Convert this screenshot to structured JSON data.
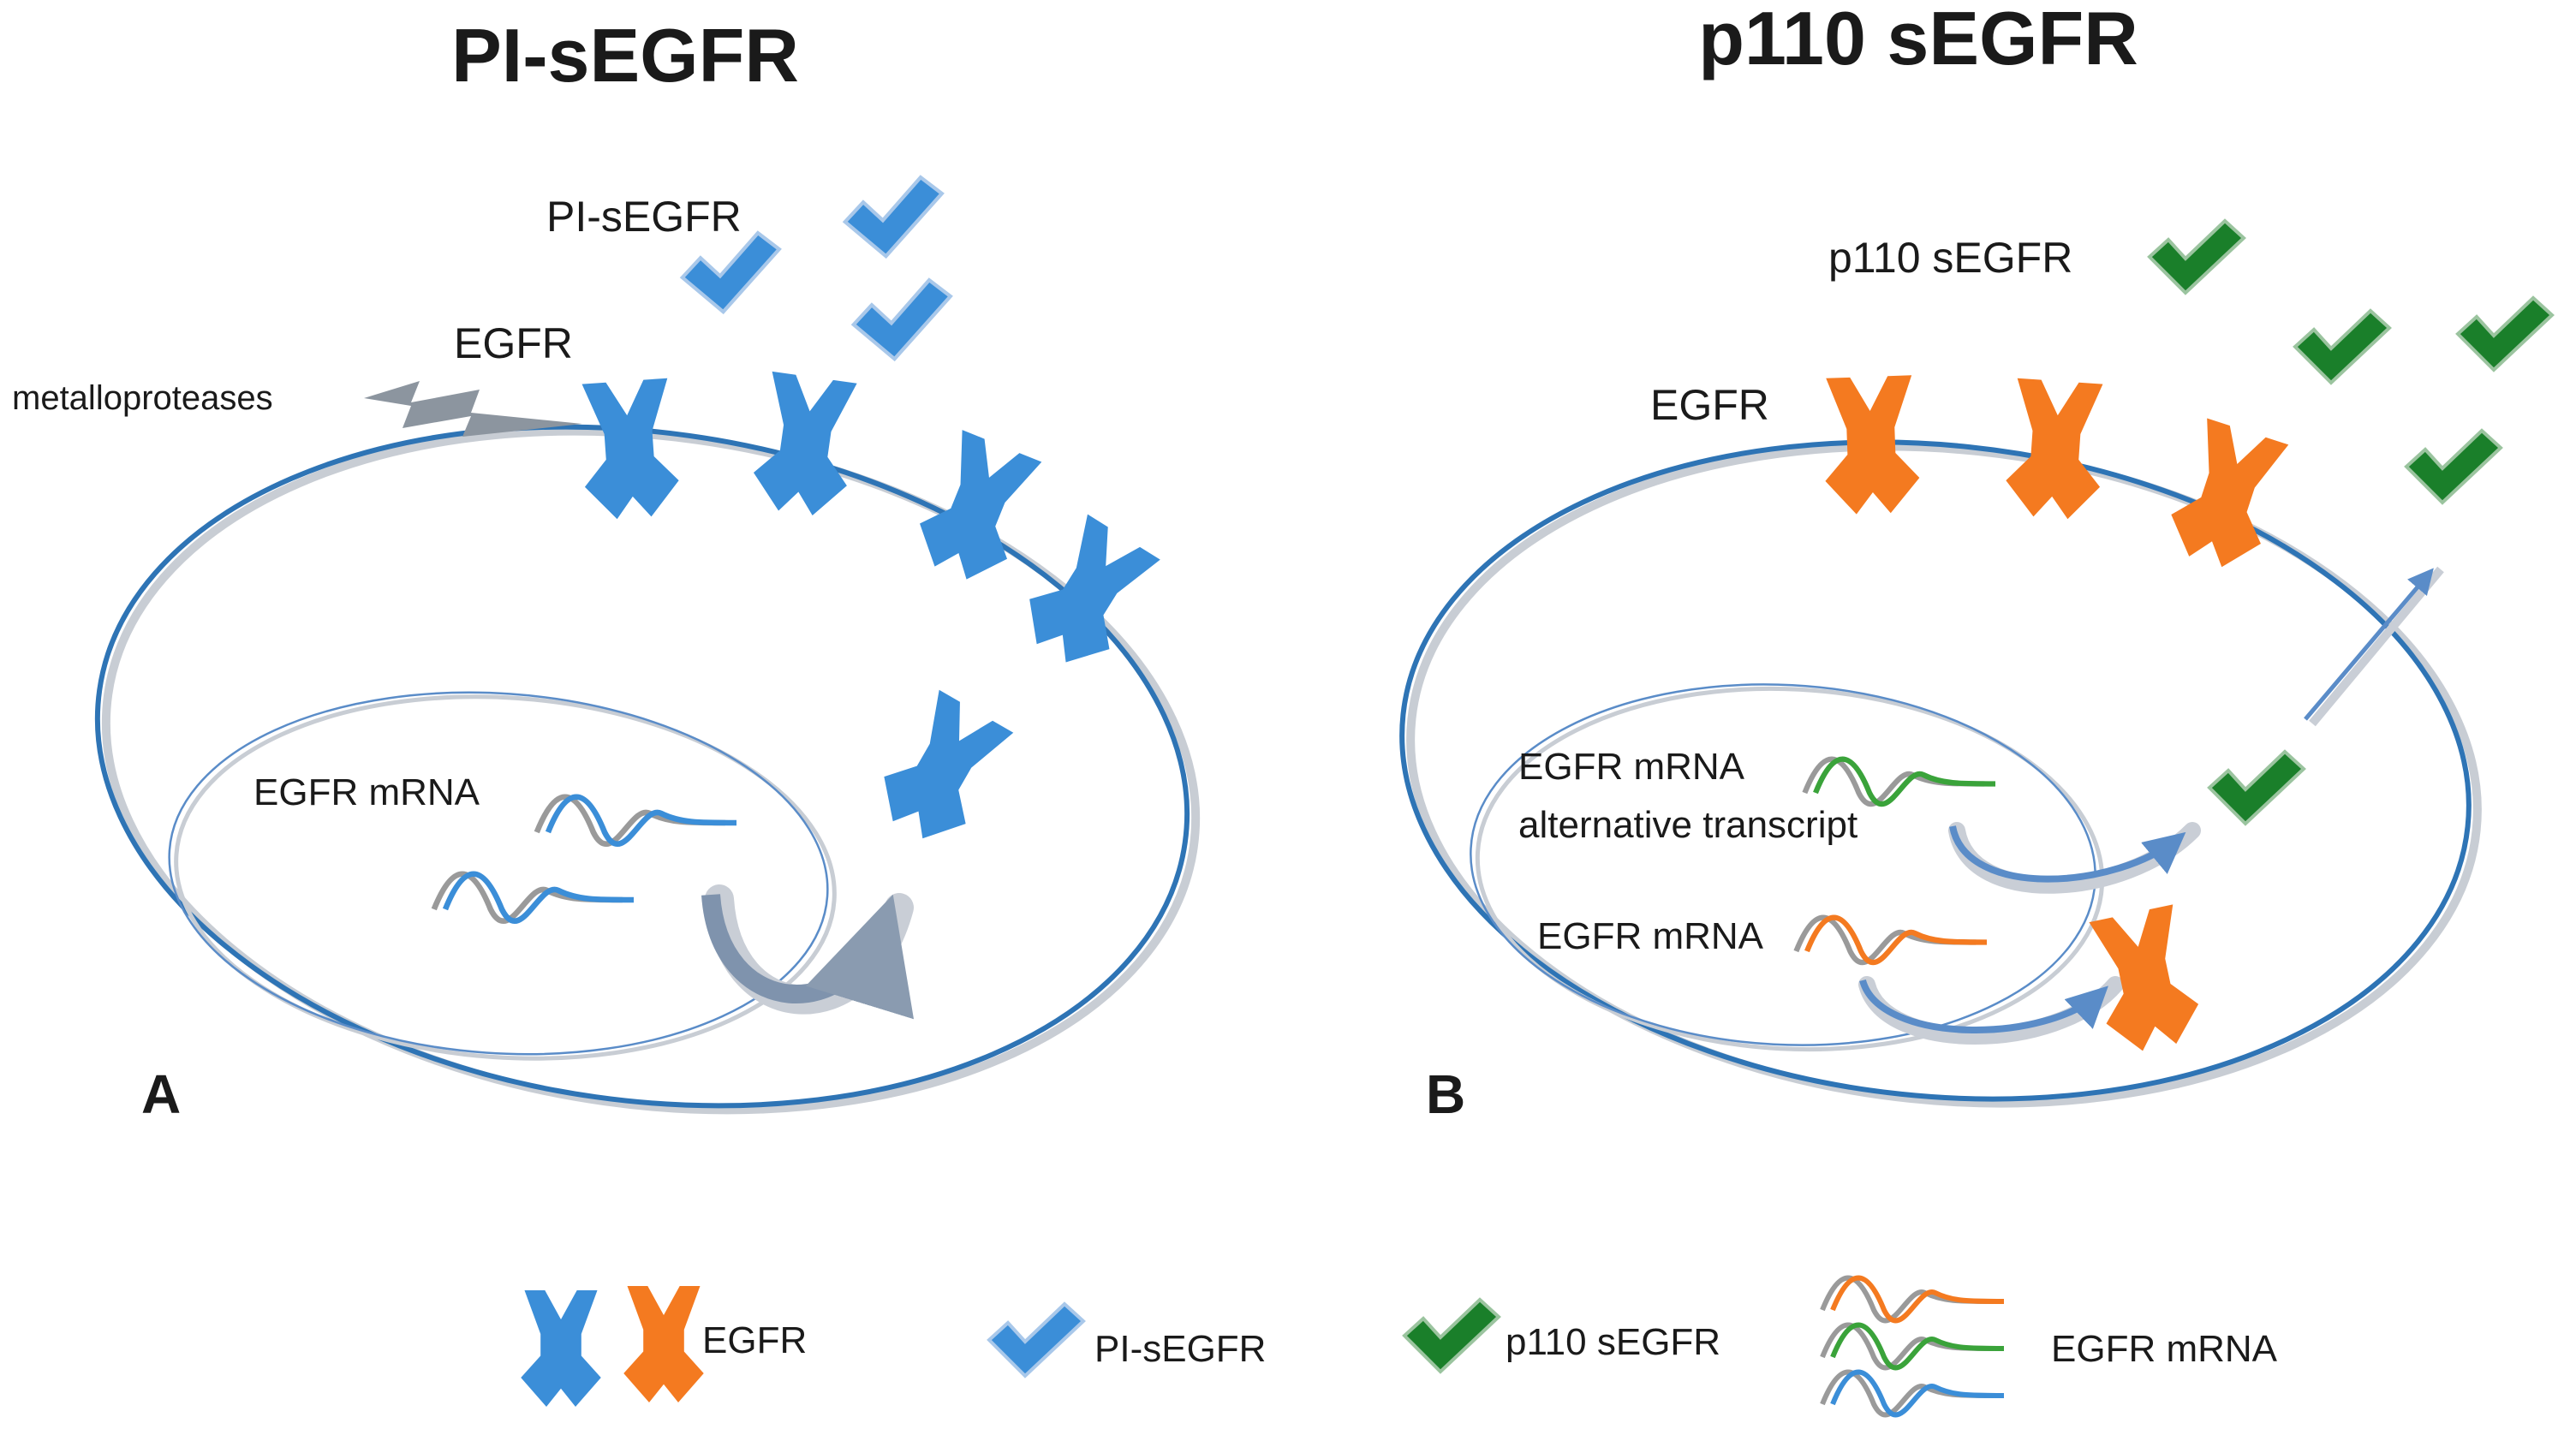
{
  "panel_a": {
    "title": "PI-sEGFR",
    "letter": "A",
    "soluble_label": "PI-sEGFR",
    "receptor_label": "EGFR",
    "enzyme_label": "metalloproteases",
    "mrna_label": "EGFR mRNA"
  },
  "panel_b": {
    "title": "p110 sEGFR",
    "letter": "B",
    "soluble_label": "p110 sEGFR",
    "receptor_label": "EGFR",
    "alt_mrna_label_line1": "EGFR mRNA",
    "alt_mrna_label_line2": "alternative transcript",
    "mrna_label": "EGFR mRNA"
  },
  "legend": {
    "egfr": "EGFR",
    "pi_segfr": "PI-sEGFR",
    "p110_segfr": "p110 sEGFR",
    "mrna": "EGFR mRNA"
  },
  "colors": {
    "egfr_blue": "#3b8ed8",
    "egfr_orange": "#f47a20",
    "p110_green": "#1a7f2a",
    "membrane": "#2e74b5",
    "arrow_grey": "#8a9bb0"
  }
}
